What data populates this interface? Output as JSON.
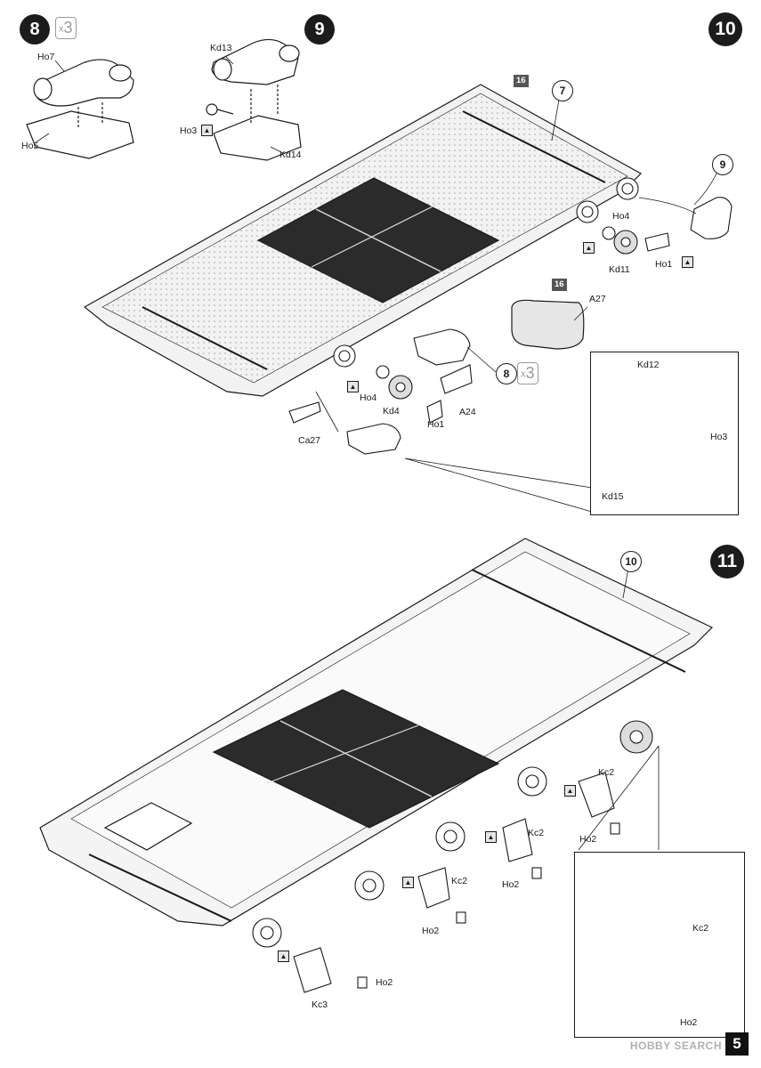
{
  "steps": {
    "s8": "8",
    "s9": "9",
    "s10": "10",
    "s11": "11"
  },
  "multipliers": {
    "top": "3",
    "top_x": "x",
    "mid": "3",
    "mid_x": "x"
  },
  "callouts": {
    "c7": "7",
    "c9": "9",
    "c8": "8",
    "c10": "10"
  },
  "ref_boxes": {
    "r16a": "16",
    "r16b": "16"
  },
  "cement_symbol": "adhesive-icon",
  "labels": {
    "ho7": "Ho7",
    "ho5": "Ho5",
    "kd13": "Kd13",
    "ho3_a": "Ho3",
    "kd14": "Kd14",
    "ho4_a": "Ho4",
    "kd11": "Kd11",
    "ho1_a": "Ho1",
    "a27": "A27",
    "ho4_b": "Ho4",
    "kd4": "Kd4",
    "ho1_b": "Ho1",
    "a24": "A24",
    "ca27": "Ca27",
    "kd12": "Kd12",
    "ho3_b": "Ho3",
    "kd15": "Kd15",
    "kc2_a": "Kc2",
    "ho2_a": "Ho2",
    "kc2_b": "Kc2",
    "ho2_b": "Ho2",
    "kc2_c": "Kc2",
    "ho2_c": "Ho2",
    "kc3": "Kc3",
    "ho2_d": "Ho2",
    "kc2_d": "Kc2",
    "ho2_e": "Ho2"
  },
  "page_number": "5",
  "watermark": "HOBBY SEARCH",
  "colors": {
    "ink": "#1a1a1a",
    "hull_fill": "#f2f2f2",
    "hatch_dark": "#2b2b2b",
    "panel_gray": "#8a8a8a"
  }
}
